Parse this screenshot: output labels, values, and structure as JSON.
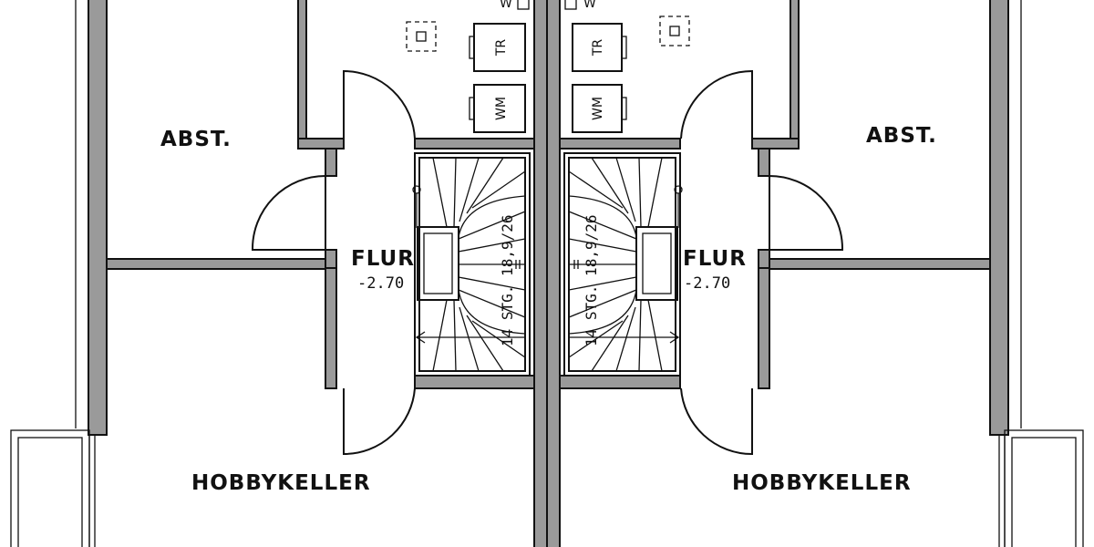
{
  "plan": {
    "left_unit": {
      "abst_label": "ABST.",
      "flur_label": "FLUR",
      "flur_level": "-2.70",
      "hobby_label": "HOBBYKELLER",
      "stair_label": "14  STG. 18,9/26",
      "tr_label": "TR",
      "wm_label": "WM"
    },
    "right_unit": {
      "abst_label": "ABST.",
      "flur_label": "FLUR",
      "flur_level": "-2.70",
      "hobby_label": "HOBBYKELLER",
      "stair_label": "14  STG. 18,9/26",
      "tr_label": "TR",
      "wm_label": "WM"
    },
    "partial_label": "W",
    "colors": {
      "wall_fill": "#9a9a9a",
      "line": "#111111"
    }
  }
}
